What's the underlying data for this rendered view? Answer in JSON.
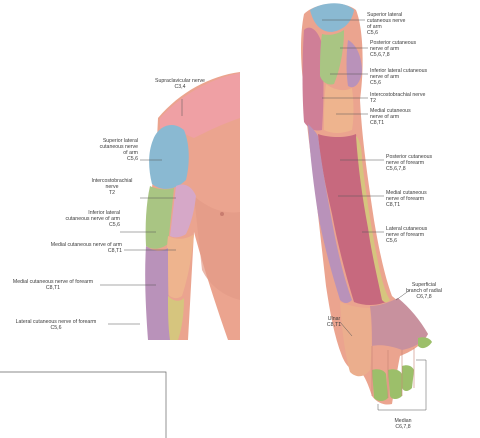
{
  "labels": {
    "supraclavicular": {
      "name": "Supraclavicular nerve",
      "roots": "C3,4"
    },
    "sup_lat_front": {
      "l1": "Superior lateral",
      "l2": "cutaneous nerve",
      "l3": "of arm",
      "roots": "C5,6"
    },
    "intercostobrachial_front": {
      "l1": "Intercostobrachial",
      "l2": "nerve",
      "roots": "T2"
    },
    "inf_lat_front": {
      "l1": "Inferior lateral",
      "l2": "cutaneous nerve of arm",
      "roots": "C5,6"
    },
    "med_cut_arm_front": {
      "name": "Medial cutaneous nerve of arm",
      "roots": "C8,T1"
    },
    "med_cut_forearm_front": {
      "name": "Medial cutaneous nerve of forearm",
      "roots": "C8,T1"
    },
    "lat_cut_forearm_front": {
      "name": "Lateral cutaneous nerve of forearm",
      "roots": "C5,6"
    },
    "sup_lat_back": {
      "l1": "Superior lateral",
      "l2": "cutaneous nerve",
      "l3": "of arm",
      "roots": "C5,6"
    },
    "post_cut_arm_back": {
      "l1": "Posterior cutaneous",
      "l2": "nerve of arm",
      "roots": "C5,6,7,8"
    },
    "inf_lat_back": {
      "l1": "Inferior lateral cutaneous",
      "l2": "nerve of arm",
      "roots": "C5,6"
    },
    "intercostobrachial_back": {
      "name": "Intercostobrachial nerve",
      "roots": "T2"
    },
    "med_cut_arm_back": {
      "l1": "Medial cutaneous",
      "l2": "nerve of arm",
      "roots": "C8,T1"
    },
    "post_cut_forearm_back": {
      "l1": "Posterior cutaneous",
      "l2": "nerve of forearm",
      "roots": "C5,6,7,8"
    },
    "med_cut_forearm_back": {
      "l1": "Medial cutaneous",
      "l2": "nerve of forearm",
      "roots": "C8,T1"
    },
    "lat_cut_forearm_back": {
      "l1": "Lateral cutaneous",
      "l2": "nerve of forearm",
      "roots": "C5,6"
    },
    "superficial_radial": {
      "l1": "Superficial",
      "l2": "branch of radial",
      "roots": "C6,7,8"
    },
    "ulnar": {
      "name": "Ulnar",
      "roots": "C8,T1"
    },
    "median": {
      "name": "Median",
      "roots": "C6,7,8"
    }
  },
  "colors": {
    "skin": "#eba48f",
    "skin_dark": "#d98a78",
    "supraclavicular": "#efa0a4",
    "superior_lateral": "#8ab9d2",
    "intercostobrachial": "#d6a8c8",
    "inferior_lateral": "#a9c583",
    "medial_arm": "#eeb48e",
    "medial_forearm": "#b992ba",
    "lateral_forearm": "#d6c57e",
    "posterior_arm": "#cf7f97",
    "posterior_forearm": "#c7697e",
    "radial_superficial": "#c8919e",
    "ulnar": "#ebae8d",
    "median": "#9cbf6a"
  }
}
